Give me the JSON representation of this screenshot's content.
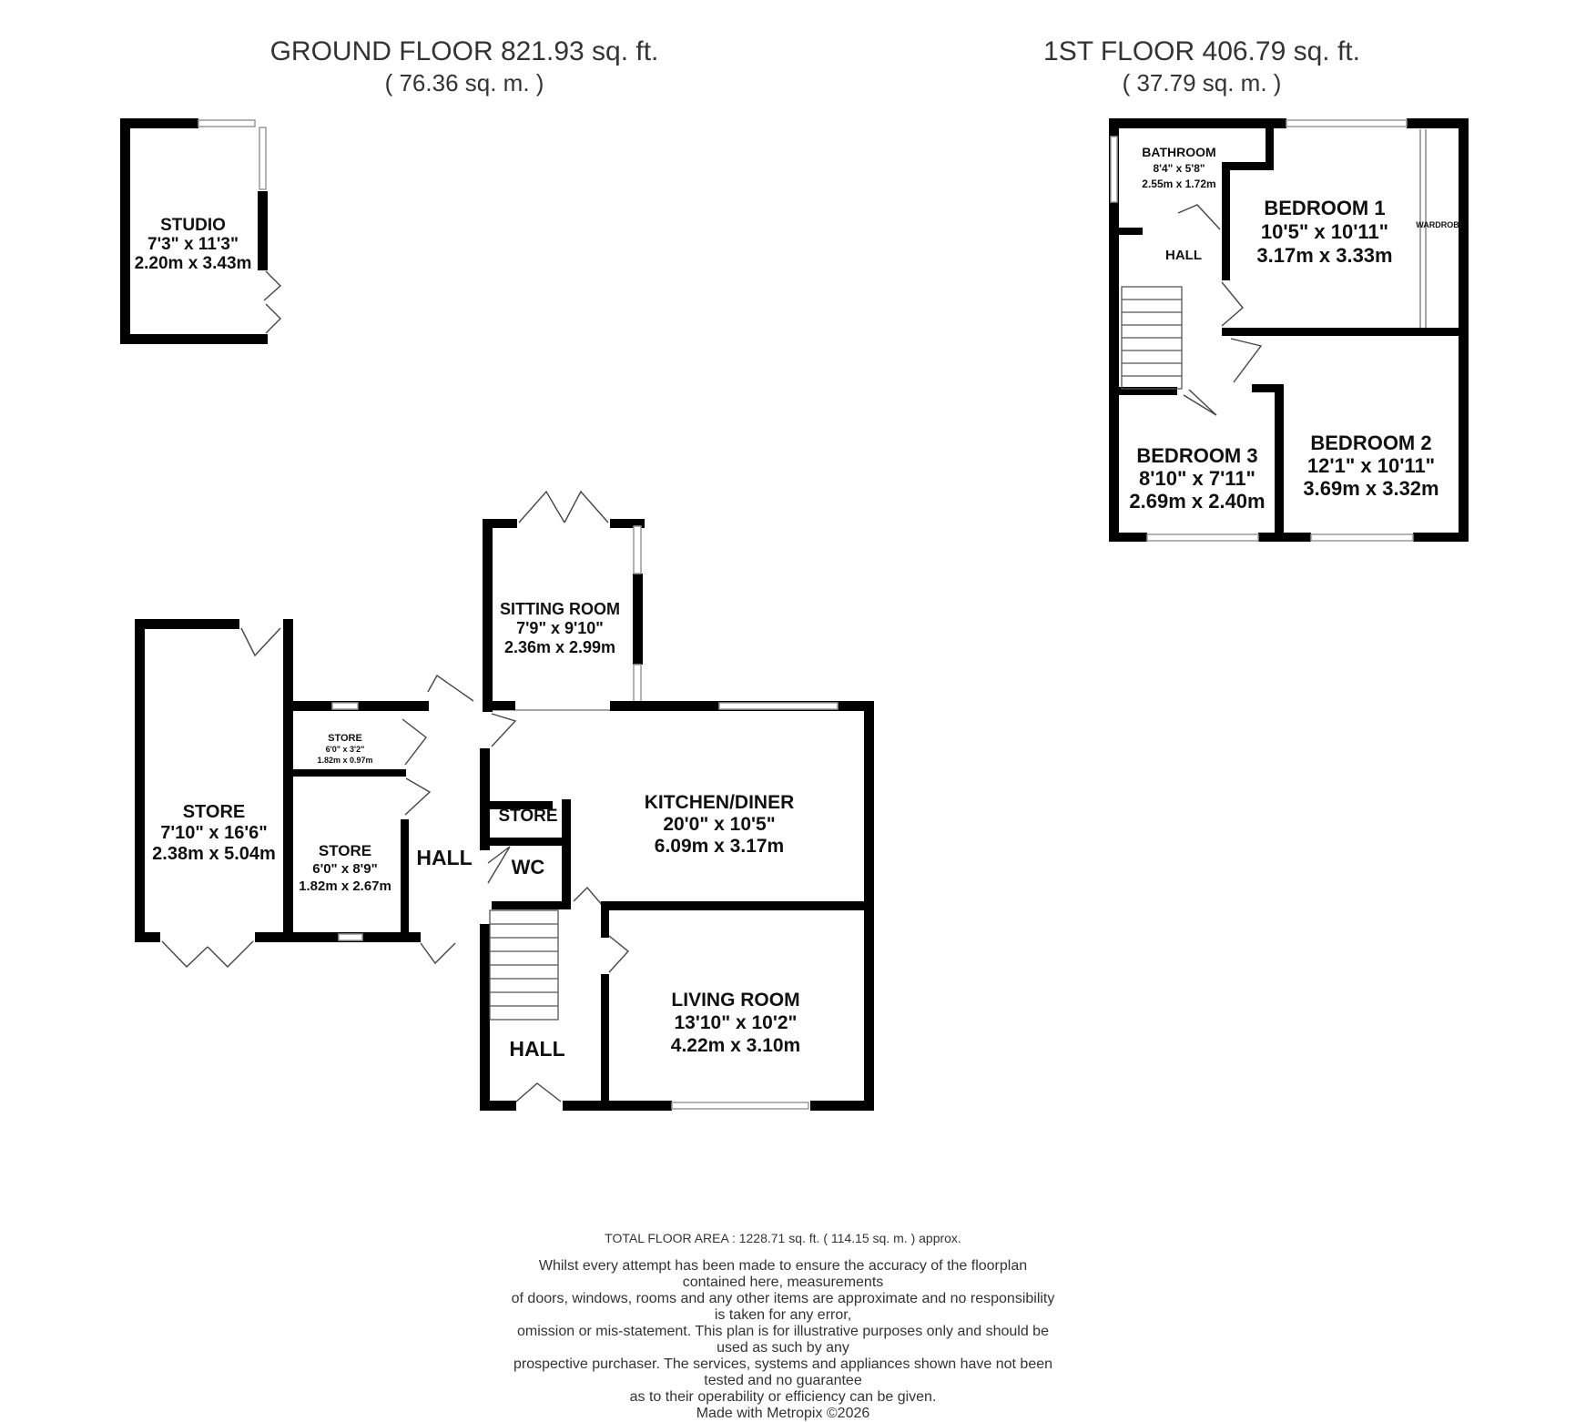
{
  "ground_floor": {
    "heading": "GROUND FLOOR 821.93 sq. ft.",
    "metric": "( 76.36 sq. m. )",
    "rooms": {
      "studio": {
        "name": "STUDIO",
        "imperial": "7'3\" x 11'3\"",
        "metric": "2.20m x 3.43m"
      },
      "sitting_room": {
        "name": "SITTING ROOM",
        "imperial": "7'9\" x 9'10\"",
        "metric": "2.36m x 2.99m"
      },
      "store_large": {
        "name": "STORE",
        "imperial": "7'10\" x 16'6\"",
        "metric": "2.38m x 5.04m"
      },
      "store_small": {
        "name": "STORE",
        "imperial": "6'0\" x 3'2\"",
        "metric": "1.82m x 0.97m"
      },
      "store_mid": {
        "name": "STORE",
        "imperial": "6'0\" x 8'9\"",
        "metric": "1.82m x 2.67m"
      },
      "hall_side": {
        "name": "HALL"
      },
      "store_wc": {
        "name": "STORE"
      },
      "wc": {
        "name": "WC"
      },
      "kitchen_diner": {
        "name": "KITCHEN/DINER",
        "imperial": "20'0\" x 10'5\"",
        "metric": "6.09m x 3.17m"
      },
      "hall_main": {
        "name": "HALL"
      },
      "living_room": {
        "name": "LIVING ROOM",
        "imperial": "13'10\" x 10'2\"",
        "metric": "4.22m x 3.10m"
      }
    }
  },
  "first_floor": {
    "heading": "1ST FLOOR 406.79 sq. ft.",
    "metric": "( 37.79 sq. m. )",
    "rooms": {
      "bathroom": {
        "name": "BATHROOM",
        "imperial": "8'4\" x 5'8\"",
        "metric": "2.55m x 1.72m"
      },
      "bedroom1": {
        "name": "BEDROOM 1",
        "imperial": "10'5\" x 10'11\"",
        "metric": "3.17m x 3.33m"
      },
      "wardrobe": {
        "name": "WARDROBE"
      },
      "hall": {
        "name": "HALL"
      },
      "bedroom3": {
        "name": "BEDROOM 3",
        "imperial": "8'10\" x 7'11\"",
        "metric": "2.69m x 2.40m"
      },
      "bedroom2": {
        "name": "BEDROOM 2",
        "imperial": "12'1\" x 10'11\"",
        "metric": "3.69m x 3.32m"
      }
    }
  },
  "footer": {
    "total": "TOTAL FLOOR AREA : 1228.71 sq. ft. ( 114.15 sq. m. ) approx.",
    "disclaimer": [
      "Whilst every attempt has been made to ensure the accuracy of the floorplan contained here, measurements",
      "of doors, windows, rooms and any other items are approximate and no responsibility is taken for any error,",
      "omission or mis-statement. This plan is for illustrative purposes only and should be used as such by any",
      "prospective purchaser. The services, systems and appliances shown have not been tested and no guarantee",
      "as to their operability or efficiency can be given.",
      "Made with Metropix ©2026"
    ]
  }
}
